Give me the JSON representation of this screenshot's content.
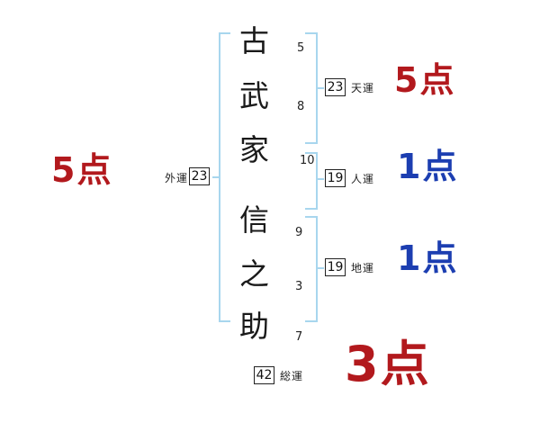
{
  "name": {
    "surname": "古武家",
    "given_name": "信之助",
    "chars": [
      {
        "char": "古",
        "strokes": 5
      },
      {
        "char": "武",
        "strokes": 8
      },
      {
        "char": "家",
        "strokes": 10
      },
      {
        "char": "信",
        "strokes": 9
      },
      {
        "char": "之",
        "strokes": 3
      },
      {
        "char": "助",
        "strokes": 7
      }
    ]
  },
  "fortunes": [
    {
      "id": "gaiun",
      "label": "外運",
      "value": 23,
      "score": "5点",
      "score_color": "#b2191d"
    },
    {
      "id": "tenun",
      "label": "天運",
      "value": 23,
      "score": "5点",
      "score_color": "#b2191d"
    },
    {
      "id": "jinun",
      "label": "人運",
      "value": 19,
      "score": "1点",
      "score_color": "#1c3eb1"
    },
    {
      "id": "chiun",
      "label": "地運",
      "value": 19,
      "score": "1点",
      "score_color": "#1c3eb1"
    },
    {
      "id": "souun",
      "label": "総運",
      "value": 42,
      "score": "3点",
      "score_color": "#b2191d"
    }
  ],
  "colors": {
    "score_red": "#b2191d",
    "score_blue": "#1c3eb1",
    "bracket_blue": "#a8d6ee",
    "box_border": "#222222",
    "text": "#1a1a1a"
  }
}
